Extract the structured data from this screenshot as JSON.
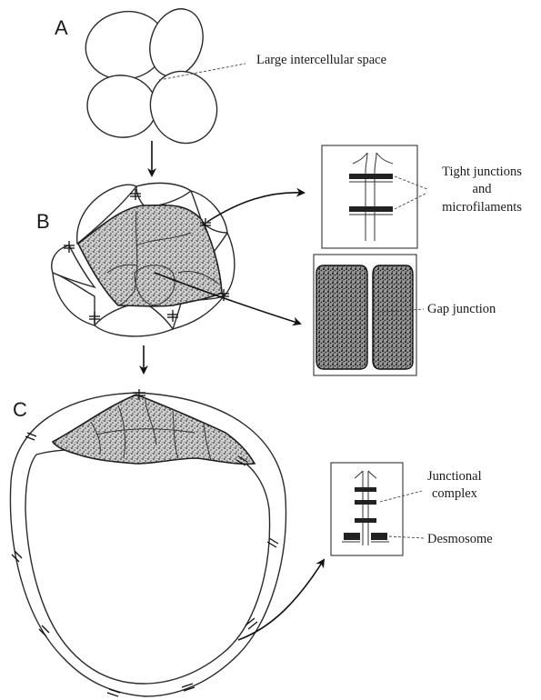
{
  "panels": {
    "a": {
      "letter": "A"
    },
    "b": {
      "letter": "B"
    },
    "c": {
      "letter": "C"
    }
  },
  "labels": {
    "large_intercellular_space": "Large intercellular space",
    "tight_junctions_line1": "Tight junctions",
    "tight_junctions_line2": "and",
    "tight_junctions_line3": "microfilaments",
    "gap_junction": "Gap junction",
    "junctional_complex_line1": "Junctional",
    "junctional_complex_line2": "complex",
    "desmosome": "Desmosome"
  }
}
